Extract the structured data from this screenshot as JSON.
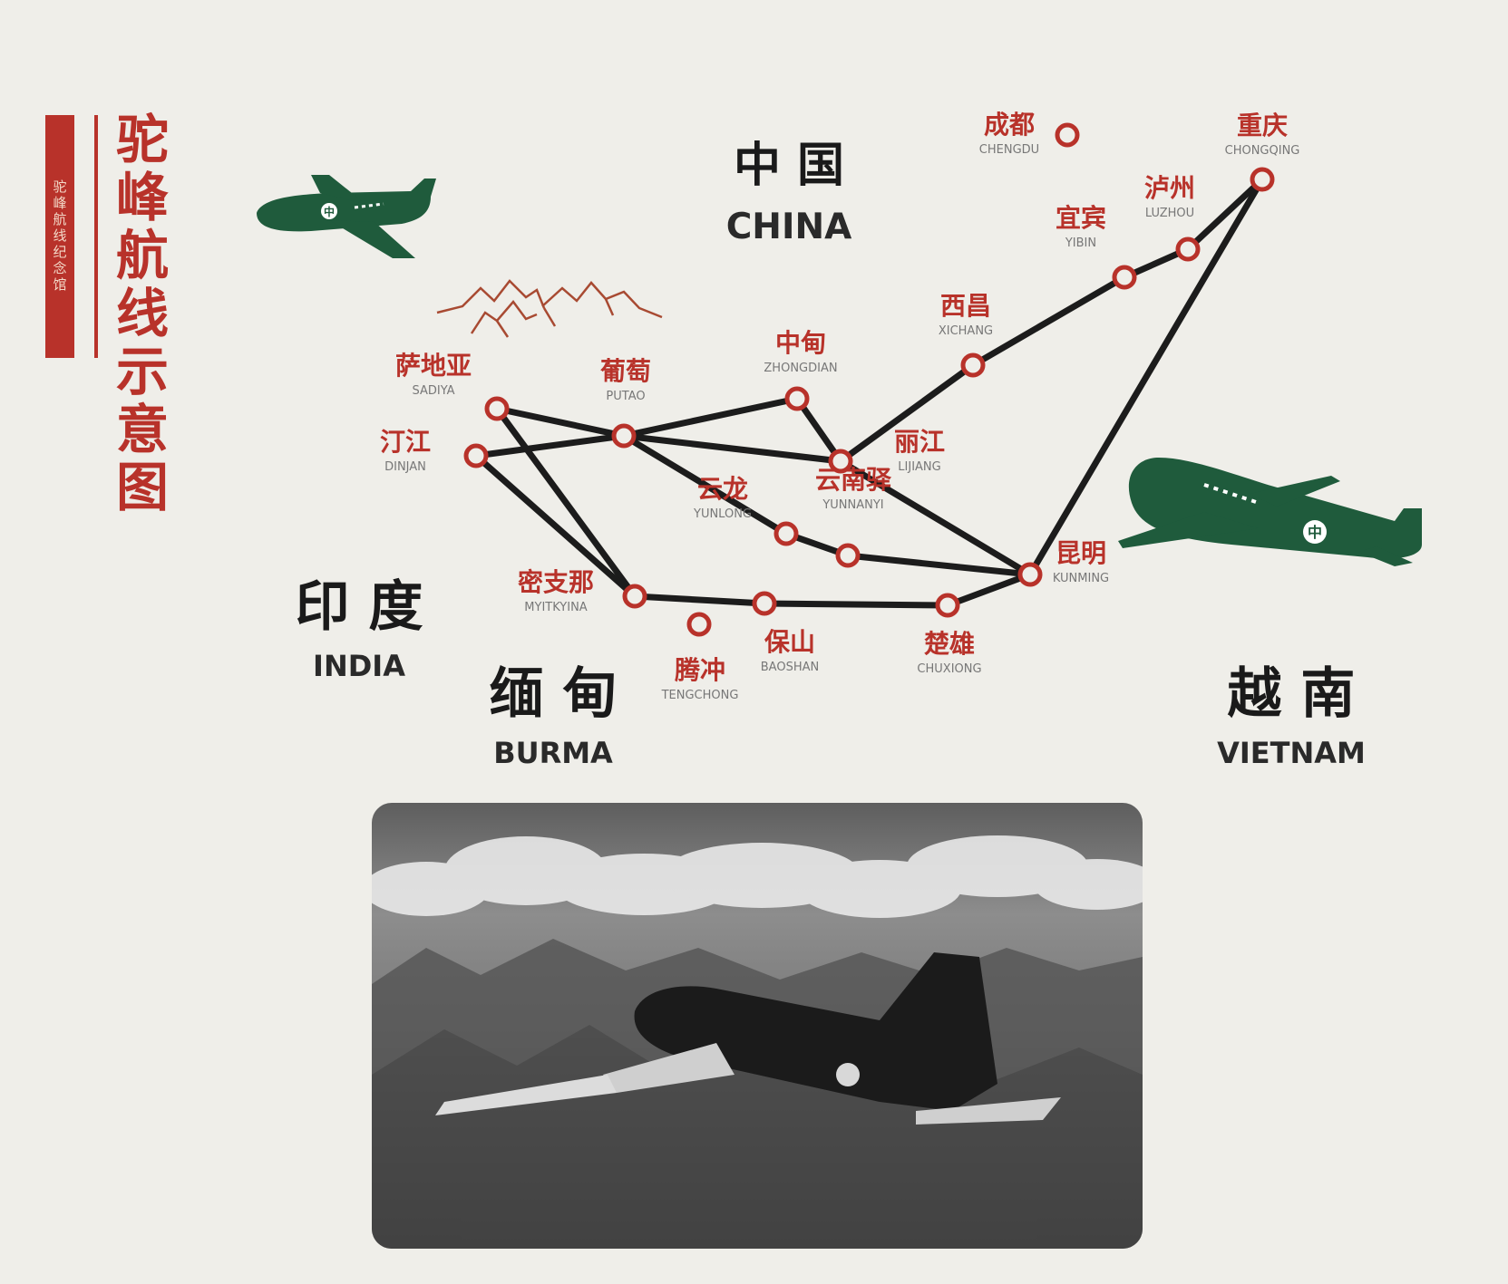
{
  "title": "驼峰航线示意图",
  "seal_text": "驼峰航线纪念馆",
  "countries": [
    {
      "id": "china",
      "zh": "中 国",
      "en": "CHINA"
    },
    {
      "id": "india",
      "zh": "印 度",
      "en": "INDIA"
    },
    {
      "id": "burma",
      "zh": "缅 甸",
      "en": "BURMA"
    },
    {
      "id": "vietnam",
      "zh": "越 南",
      "en": "VIETNAM"
    }
  ],
  "cities": [
    {
      "id": "chengdu",
      "zh": "成都",
      "en": "CHENGDU"
    },
    {
      "id": "chongqing",
      "zh": "重庆",
      "en": "CHONGQING"
    },
    {
      "id": "luzhou",
      "zh": "泸州",
      "en": "LUZHOU"
    },
    {
      "id": "yibin",
      "zh": "宜宾",
      "en": "YIBIN"
    },
    {
      "id": "xichang",
      "zh": "西昌",
      "en": "XICHANG"
    },
    {
      "id": "zhongdian",
      "zh": "中甸",
      "en": "ZHONGDIAN"
    },
    {
      "id": "sadiya",
      "zh": "萨地亚",
      "en": "SADIYA"
    },
    {
      "id": "putao",
      "zh": "葡萄",
      "en": "PUTAO"
    },
    {
      "id": "dinjan",
      "zh": "汀江",
      "en": "DINJAN"
    },
    {
      "id": "lijiang",
      "zh": "丽江",
      "en": "LIJIANG"
    },
    {
      "id": "yunnanyi",
      "zh": "云南驿",
      "en": "YUNNANYI"
    },
    {
      "id": "yunlong",
      "zh": "云龙",
      "en": "YUNLONG"
    },
    {
      "id": "kunming",
      "zh": "昆明",
      "en": "KUNMING"
    },
    {
      "id": "myitkyina",
      "zh": "密支那",
      "en": "MYITKYINA"
    },
    {
      "id": "baoshan",
      "zh": "保山",
      "en": "BAOSHAN"
    },
    {
      "id": "tengchong",
      "zh": "腾冲",
      "en": "TENGCHONG"
    },
    {
      "id": "chuxiong",
      "zh": "楚雄",
      "en": "CHUXIONG"
    }
  ],
  "routes": [
    [
      "sadiya",
      "putao"
    ],
    [
      "putao",
      "zhongdian"
    ],
    [
      "dinjan",
      "putao"
    ],
    [
      "putao",
      "lijiang"
    ],
    [
      "zhongdian",
      "lijiang"
    ],
    [
      "lijiang",
      "xichang"
    ],
    [
      "xichang",
      "yibin"
    ],
    [
      "yibin",
      "luzhou"
    ],
    [
      "luzhou",
      "chongqing"
    ],
    [
      "chongqing",
      "kunming"
    ],
    [
      "lijiang",
      "kunming"
    ],
    [
      "putao",
      "yunlong"
    ],
    [
      "yunlong",
      "yunnanyi"
    ],
    [
      "yunnanyi",
      "kunming"
    ],
    [
      "sadiya",
      "myitkyina"
    ],
    [
      "dinjan",
      "myitkyina"
    ],
    [
      "myitkyina",
      "baoshan"
    ],
    [
      "baoshan",
      "chuxiong"
    ],
    [
      "chuxiong",
      "kunming"
    ]
  ],
  "plane_emblem": "中",
  "colors": {
    "red": "#b8322a",
    "route": "#1c1c1c",
    "plane": "#1f5b3c",
    "ink": "#1a1a1a",
    "background": "#efeee9"
  }
}
